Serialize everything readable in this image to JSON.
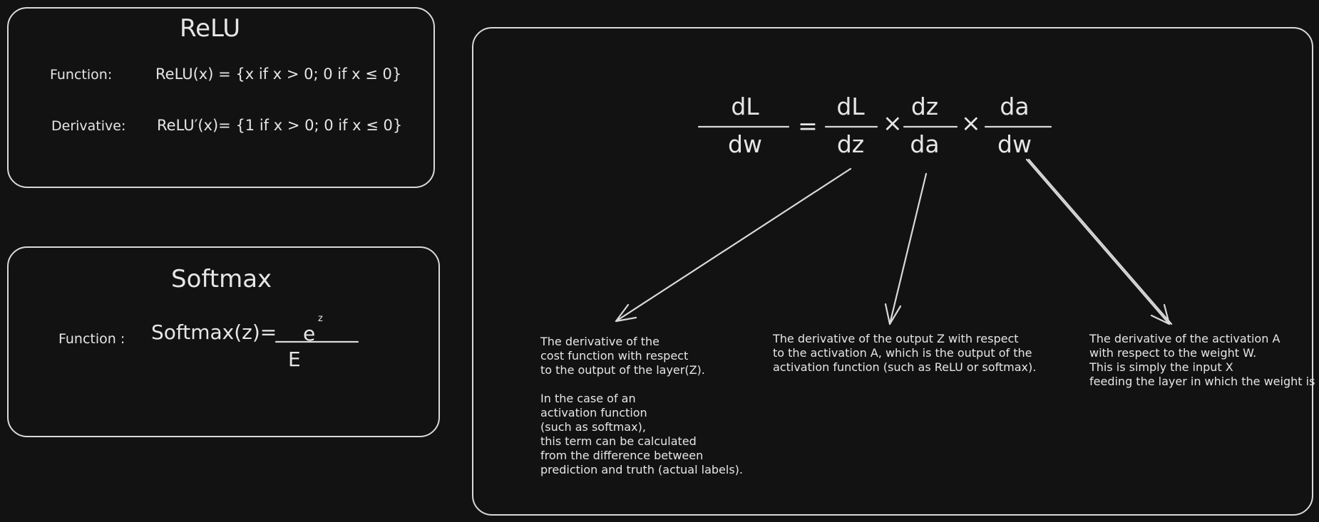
{
  "relu": {
    "title": "ReLU",
    "function_label": "Function:",
    "function_formula": "ReLU(x) = {x if x > 0; 0 if x ≤ 0}",
    "derivative_label": "Derivative:",
    "derivative_formula": "ReLU′(x)= {1 if x > 0; 0 if  x ≤ 0}"
  },
  "softmax": {
    "title": "Softmax",
    "function_label": "Function :",
    "lhs": "Softmax(z)=",
    "numerator": "e",
    "exponent": "z",
    "denominator": "E"
  },
  "chain": {
    "lhs_num": "dL",
    "lhs_den": "dw",
    "equals": "=",
    "t1_num": "dL",
    "t1_den": "dz",
    "times1": "×",
    "t2_num": "dz",
    "t2_den": "da",
    "times2": "×",
    "t3_num": "da",
    "t3_den": "dw",
    "note1": "The derivative of the\ncost function with respect\nto the output of the layer(Z).\n\nIn the case of an\nactivation function\n(such as softmax),\nthis term can be calculated\nfrom the difference between\nprediction and truth (actual labels).",
    "note2": "The derivative of the output Z with respect\nto the activation A, which is the output of the\nactivation function (such as ReLU or softmax).",
    "note3": "The derivative of the activation A\nwith respect to the weight W.\nThis is simply the input X\nfeeding the layer in which the weight is"
  },
  "colors": {
    "background": "#121212",
    "stroke": "#d9d9d9",
    "text": "#e6e6e6"
  }
}
